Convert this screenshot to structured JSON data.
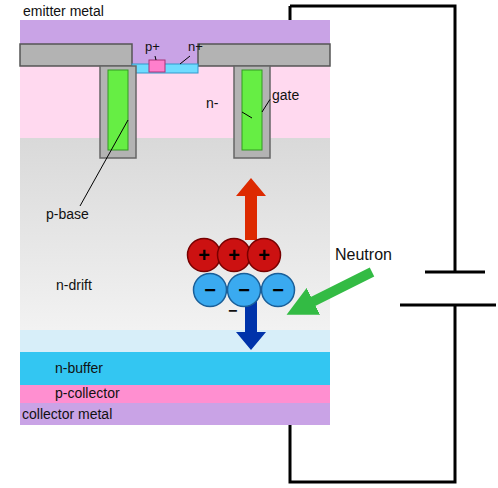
{
  "diagram": {
    "nodes": [
      {
        "text": [
          "emitter metal"
        ]
      },
      {
        "text": [
          "n-drift"
        ]
      },
      {
        "text": [
          "n-buffer"
        ]
      },
      {
        "text": [
          "p-collector"
        ]
      },
      {
        "text": [
          "collector metal"
        ]
      },
      {
        "text": [
          "+"
        ],
        "in": 1
      },
      {
        "text": [
          "+"
        ],
        "in": 1
      },
      {
        "text": [
          "+"
        ],
        "in": 1
      },
      {
        "text": [
          "−"
        ],
        "in": 1
      },
      {
        "text": [
          "−"
        ],
        "in": 1
      },
      {
        "text": [
          "−"
        ],
        "in": 1
      }
    ],
    "labels": [
      "p+",
      "n+",
      "n-",
      "gate",
      "p-base",
      "Neutron",
      "−"
    ]
  }
}
